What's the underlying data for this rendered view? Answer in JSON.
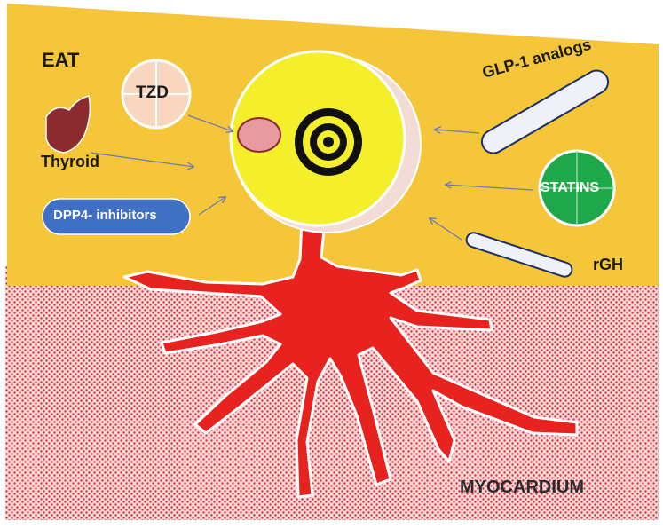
{
  "labels": {
    "eat": "EAT",
    "tzd": "TZD",
    "thyroid": "Thyroid",
    "dpp4": "DPP4- inhibitors",
    "glp1": "GLP-1 analogs",
    "statins": "STATINS",
    "rgh": "rGH",
    "myocardium": "MYOCARDIUM"
  },
  "colors": {
    "eat_layer": "#f5c63a",
    "myocardium_base": "#f6d8d8",
    "myocardium_dots": "#d4333d",
    "vessel": "#e8231f",
    "adipocyte": "#f4ef2a",
    "adipocyte_rim": "#f3dcd6",
    "nucleus": "#e79aa0",
    "target": "#101010",
    "tzd_pill": "#f9d6bf",
    "thyroid_gland": "#8b2b30",
    "dpp4_capsule": "#3f70c4",
    "statins_pill": "#1ea84a",
    "syringe": "#eef1f8",
    "arrow": "#6d7fa8"
  },
  "icons": [
    "tzd-pill-icon",
    "thyroid-gland-icon",
    "dpp4-capsule-icon",
    "glp1-syringe-icon",
    "statins-pill-icon",
    "rgh-syringe-icon",
    "adipocyte-target-icon",
    "coronary-vessel-icon"
  ]
}
